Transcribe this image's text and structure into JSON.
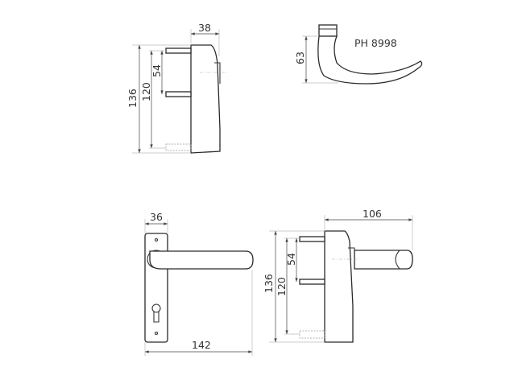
{
  "side_view_top": {
    "width": "38",
    "total_height": "136",
    "hole_spacing": "120",
    "pin_spacing": "54"
  },
  "handle_profile": {
    "height": "63",
    "model": "PH 8998"
  },
  "front_view": {
    "plate_width": "36",
    "overall_length": "142"
  },
  "side_view_bottom": {
    "projection": "106",
    "total_height": "136",
    "hole_spacing": "120",
    "pin_spacing": "54"
  }
}
